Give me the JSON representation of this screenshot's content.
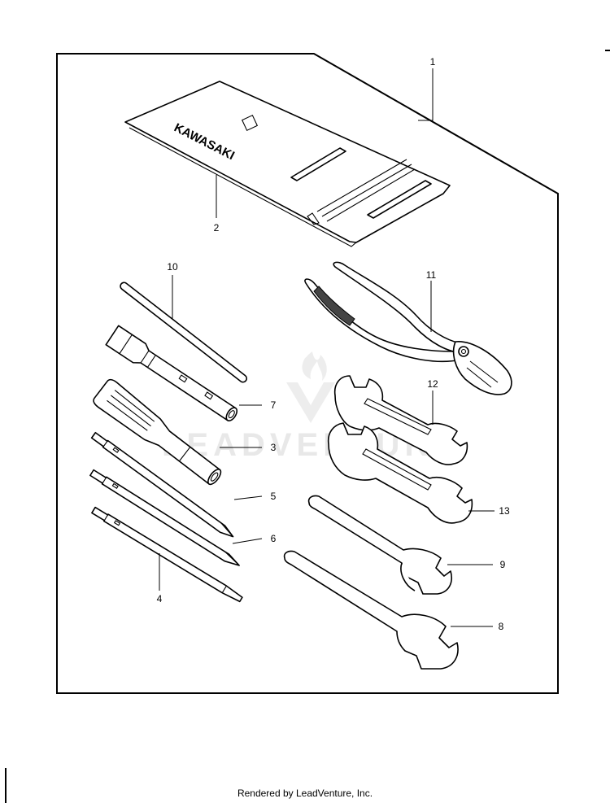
{
  "pouch_brand": "KAWASAKI",
  "watermark": "LEADVENTURE",
  "footer": "Rendered by LeadVenture, Inc.",
  "callouts": [
    {
      "id": "1",
      "label": "1"
    },
    {
      "id": "2",
      "label": "2"
    },
    {
      "id": "3",
      "label": "3"
    },
    {
      "id": "4",
      "label": "4"
    },
    {
      "id": "5",
      "label": "5"
    },
    {
      "id": "6",
      "label": "6"
    },
    {
      "id": "7",
      "label": "7"
    },
    {
      "id": "8",
      "label": "8"
    },
    {
      "id": "9",
      "label": "9"
    },
    {
      "id": "10",
      "label": "10"
    },
    {
      "id": "11",
      "label": "11"
    },
    {
      "id": "12",
      "label": "12"
    },
    {
      "id": "13",
      "label": "13"
    }
  ]
}
